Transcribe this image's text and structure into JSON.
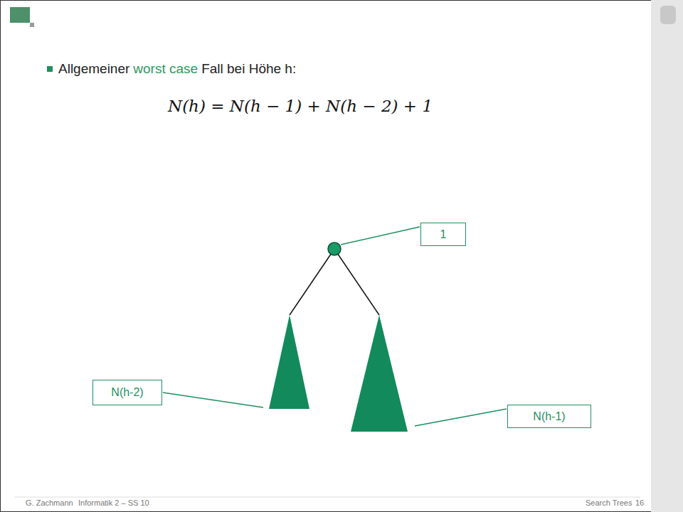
{
  "diagram": {
    "nodes": [
      {
        "text": [
          "1"
        ]
      },
      {
        "text": [
          "N(h-2)"
        ]
      },
      {
        "text": [
          "N(h-1)"
        ]
      }
    ],
    "labels": [
      "Allgemeiner",
      "worst case",
      "Fall bei Höhe h:",
      "N(h) = N(h − 1) + N(h − 2) + 1",
      "G. Zachmann",
      "Informatik 2 – SS 10",
      "Search Trees",
      "16"
    ]
  }
}
